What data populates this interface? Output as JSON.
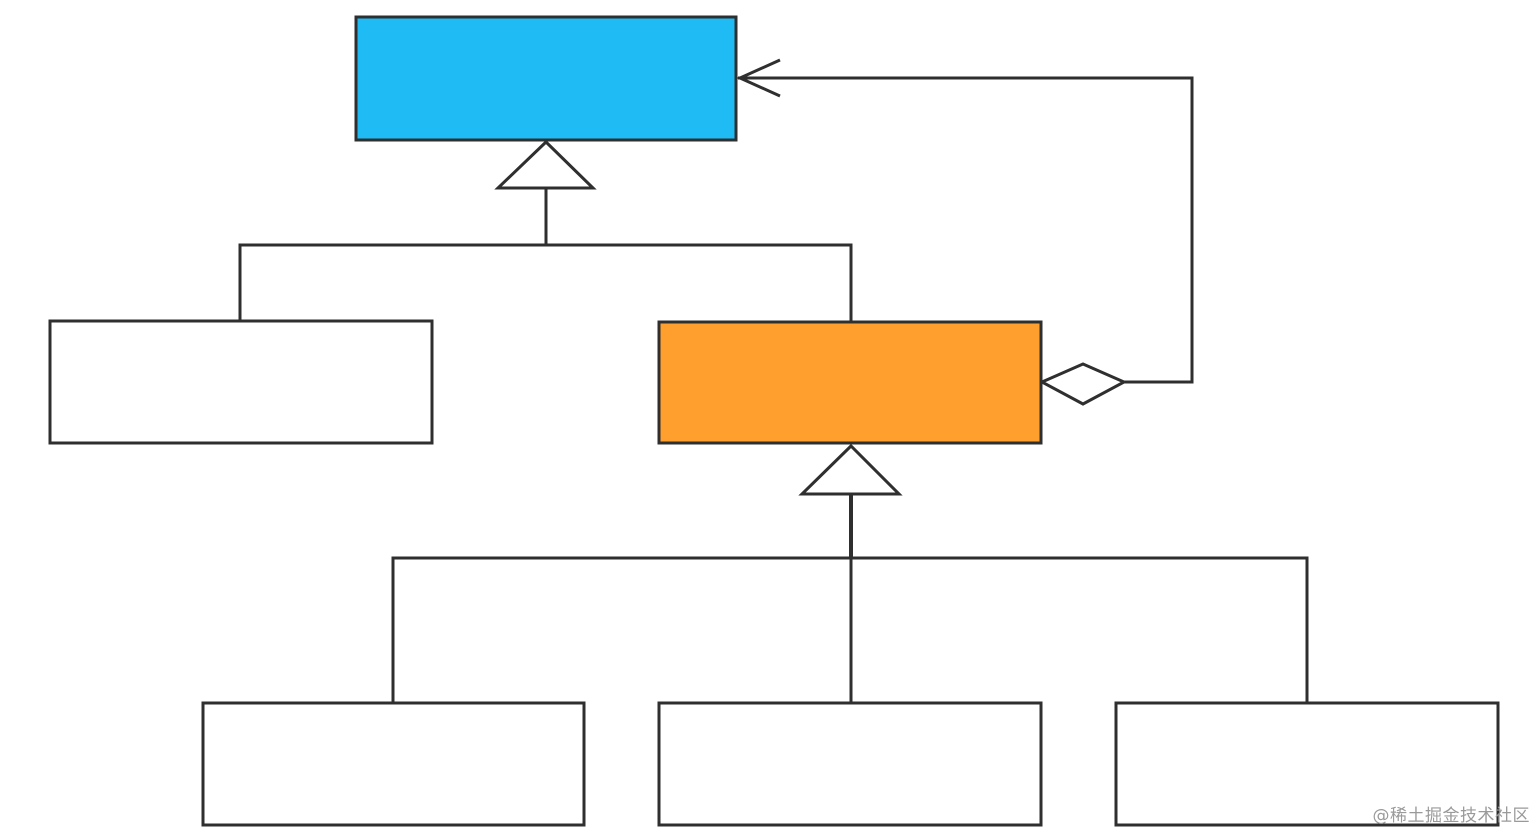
{
  "diagram": {
    "colors": {
      "component": "#1EBBF5",
      "composite": "#FF9F2E",
      "leaf": "#FFFFFF",
      "stroke": "#2f2f2f"
    },
    "boxes": [
      {
        "id": "component",
        "label": ""
      },
      {
        "id": "leaf",
        "label": ""
      },
      {
        "id": "composite",
        "label": ""
      },
      {
        "id": "child-1",
        "label": ""
      },
      {
        "id": "child-2",
        "label": ""
      },
      {
        "id": "child-3",
        "label": ""
      }
    ],
    "relations": [
      {
        "type": "inheritance",
        "from": "leaf",
        "to": "component"
      },
      {
        "type": "inheritance",
        "from": "composite",
        "to": "component"
      },
      {
        "type": "aggregation",
        "from": "composite",
        "to": "component"
      },
      {
        "type": "inheritance",
        "from": "child-1",
        "to": "composite"
      },
      {
        "type": "inheritance",
        "from": "child-2",
        "to": "composite"
      },
      {
        "type": "inheritance",
        "from": "child-3",
        "to": "composite"
      }
    ]
  },
  "watermark": "@稀土掘金技术社区"
}
